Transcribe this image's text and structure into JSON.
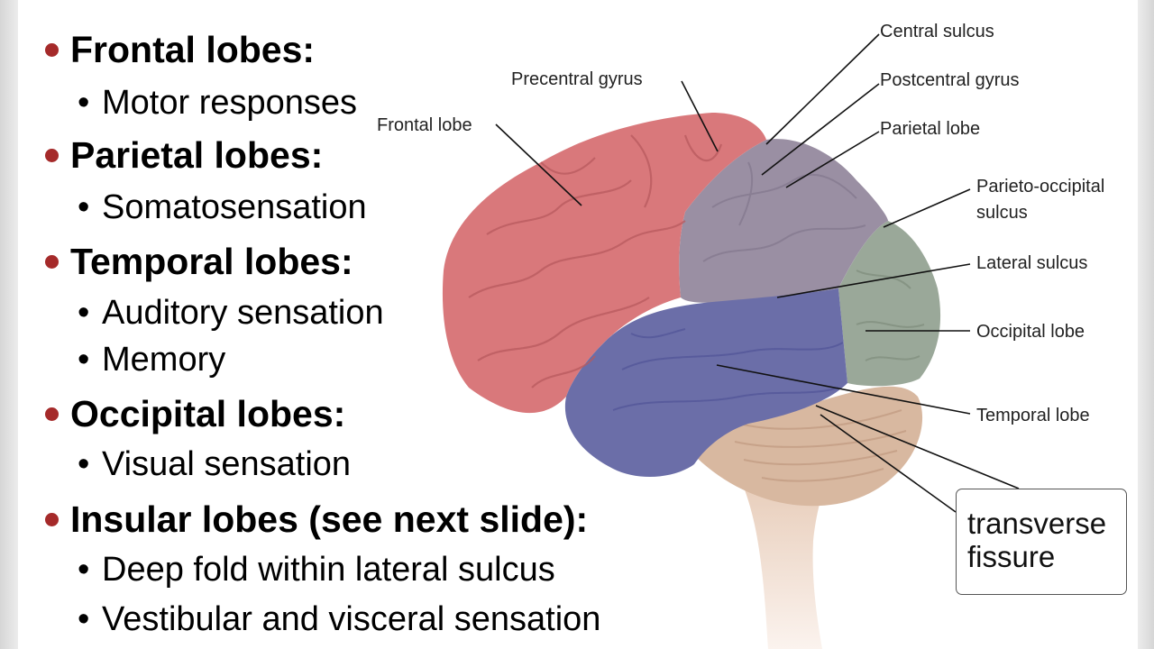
{
  "bullets": [
    {
      "heading": "Frontal lobes:",
      "items": [
        "Motor responses"
      ]
    },
    {
      "heading": "Parietal lobes:",
      "items": [
        "Somatosensation"
      ]
    },
    {
      "heading": "Temporal lobes:",
      "items": [
        "Auditory sensation",
        "Memory"
      ]
    },
    {
      "heading": "Occipital lobes:",
      "items": [
        "Visual sensation"
      ]
    },
    {
      "heading": "Insular lobes (see next slide):",
      "items": [
        "Deep fold within lateral sulcus",
        "Vestibular and visceral sensation"
      ]
    }
  ],
  "diagram_labels": {
    "central_sulcus": "Central sulcus",
    "precentral_gyrus": "Precentral gyrus",
    "postcentral_gyrus": "Postcentral gyrus",
    "frontal_lobe": "Frontal lobe",
    "parietal_lobe": "Parietal lobe",
    "parieto_occipital_line1": "Parieto-occipital",
    "parieto_occipital_line2": "sulcus",
    "lateral_sulcus": "Lateral sulcus",
    "occipital_lobe": "Occipital lobe",
    "temporal_lobe": "Temporal lobe"
  },
  "callout": {
    "line1": "transverse",
    "line2": "fissure"
  },
  "colors": {
    "bullet_dot": "#a52a2a",
    "frontal": "#d9787b",
    "parietal": "#9a8fa3",
    "temporal": "#6b6ea8",
    "occipital": "#9aa899",
    "cerebellum": "#d8b8a0",
    "brainstem": "#e8d0c0"
  }
}
